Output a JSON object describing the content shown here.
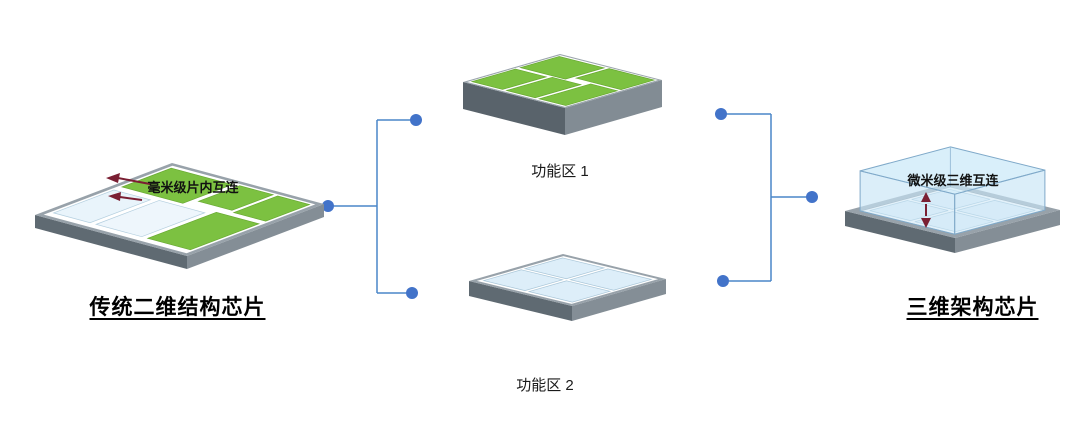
{
  "left_chip": {
    "caption": "传统二维结构芯片",
    "annotation": "毫米级片内互连"
  },
  "right_chip": {
    "caption": "三维架构芯片",
    "annotation": "微米级三维互连"
  },
  "functional_area_1": {
    "caption": "功能区 1"
  },
  "functional_area_2": {
    "caption": "功能区 2"
  },
  "colors": {
    "tile_green": "#7cc141",
    "tile_pale_blue": "#ddeef9",
    "base_gray_top": "#98a2aa",
    "base_gray_left": "#5f6a72",
    "base_gray_right": "#848e96",
    "glass_blue": "#c8e6f6",
    "connector_line": "#4a86c8",
    "connector_dot": "#4273c9",
    "arrow_red": "#7a1f33",
    "background": "#ffffff"
  }
}
